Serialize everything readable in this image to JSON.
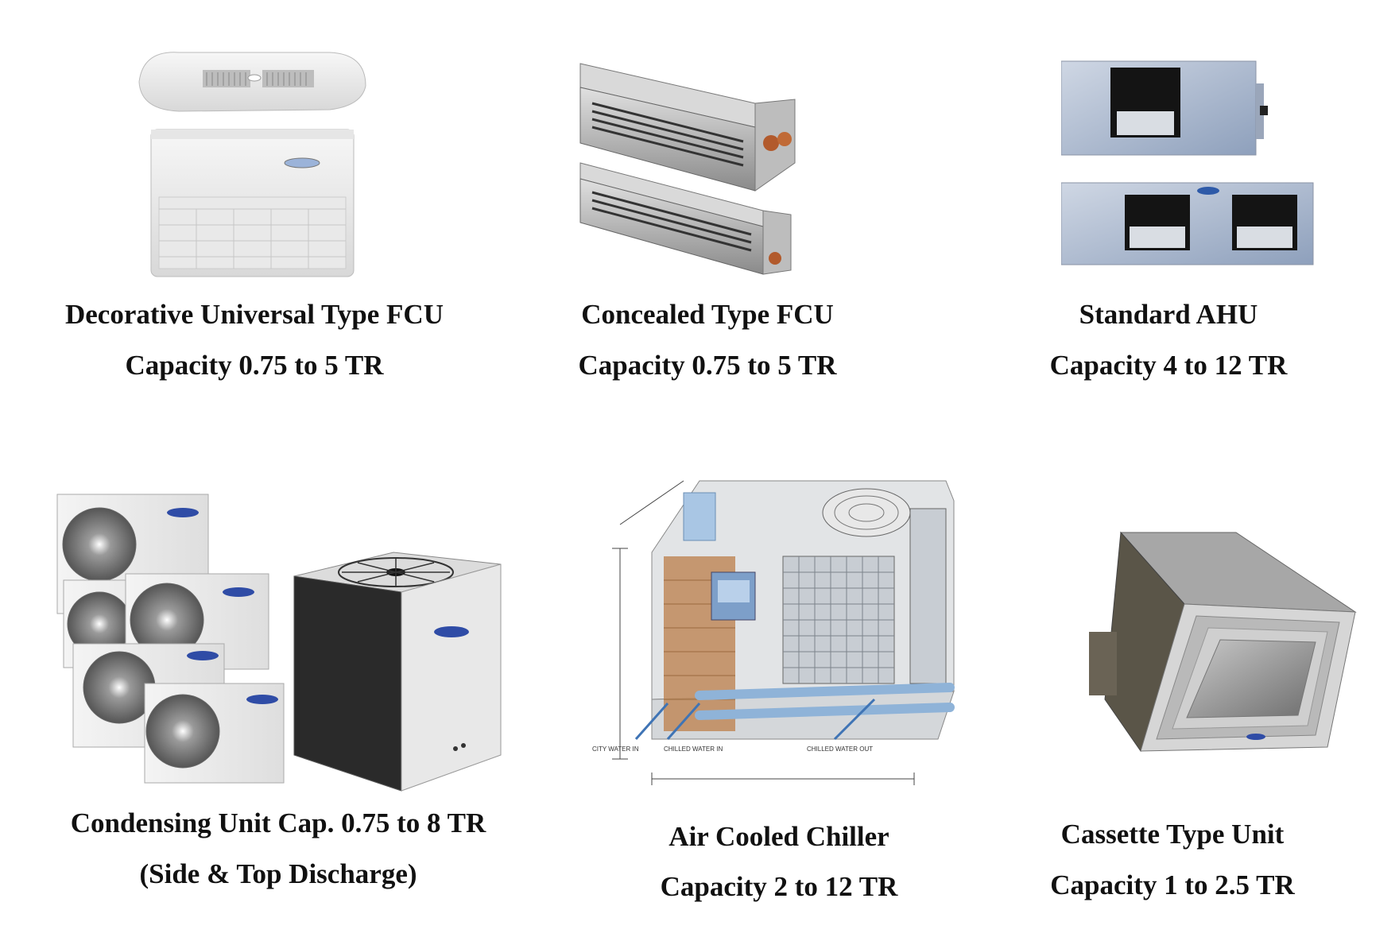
{
  "products": [
    {
      "title": "Decorative Universal Type FCU",
      "capacity": "Capacity 0.75 to 5 TR",
      "icon": "decorative-fcu-image"
    },
    {
      "title": "Concealed Type FCU",
      "capacity": "Capacity 0.75 to 5 TR",
      "icon": "concealed-fcu-image"
    },
    {
      "title": "Standard AHU",
      "capacity": "Capacity 4 to 12 TR",
      "icon": "standard-ahu-image"
    },
    {
      "title": "Condensing Unit Cap. 0.75 to 8 TR",
      "capacity": "(Side & Top Discharge)",
      "icon": "condensing-unit-image"
    },
    {
      "title": "Air Cooled Chiller",
      "capacity": "Capacity 2 to 12 TR",
      "icon": "air-cooled-chiller-image"
    },
    {
      "title": "Cassette Type Unit",
      "capacity": "Capacity 1 to 2.5 TR",
      "icon": "cassette-unit-image"
    }
  ],
  "chiller_diagram": {
    "city_water_in": "CITY WATER IN",
    "chilled_water_in": "CHILLED WATER IN",
    "chilled_water_out": "CHILLED WATER OUT"
  }
}
